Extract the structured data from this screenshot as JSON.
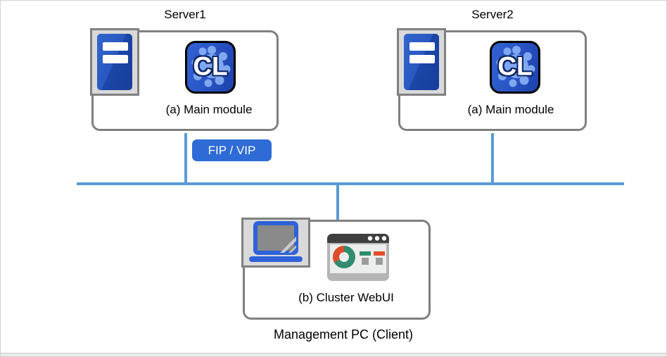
{
  "servers": [
    {
      "title": "Server1",
      "module_label": "(a) Main module",
      "app_monogram": "CL",
      "badge": "FIP / VIP"
    },
    {
      "title": "Server2",
      "module_label": "(a) Main module",
      "app_monogram": "CL"
    }
  ],
  "management_pc": {
    "module_label": "(b) Cluster WebUI",
    "caption": "Management PC (Client)"
  },
  "icons": {
    "server": "server-icon",
    "cluster_app": "cluster-app-icon",
    "laptop": "laptop-icon",
    "webui": "browser-dashboard-icon"
  },
  "colors": {
    "network_line": "#5b9bd5",
    "box_border": "#7f7f7f",
    "badge_bg": "#2e6bd6",
    "tile_bg": "#d9d9d9",
    "app_blue": "#2a56c6",
    "dashboard_teal": "#2f8c6e",
    "dashboard_red": "#df4e2a"
  }
}
